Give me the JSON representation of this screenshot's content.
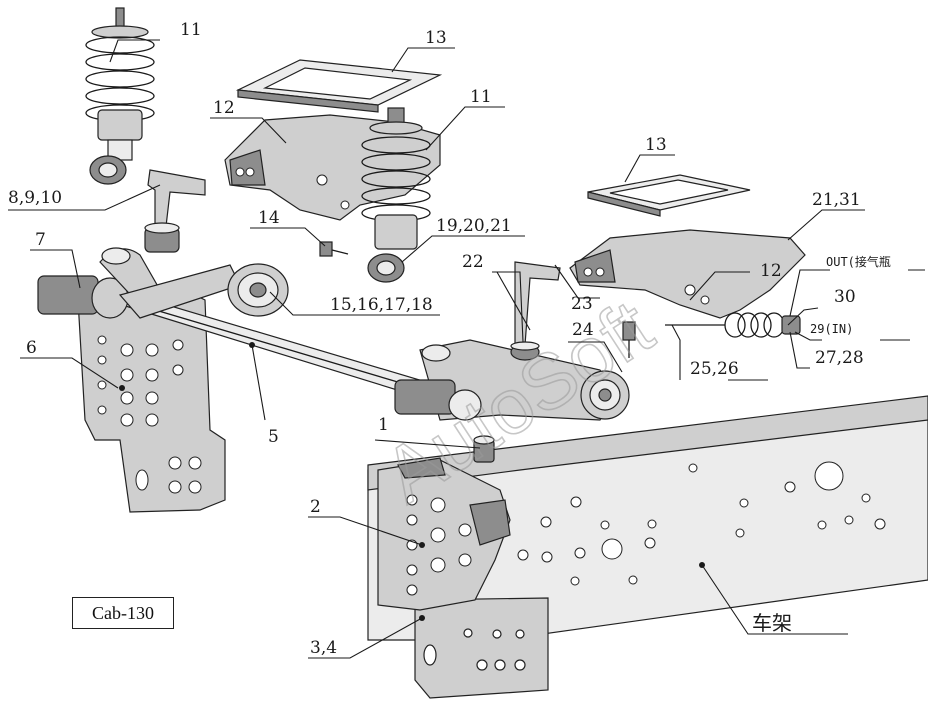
{
  "diagram": {
    "code_label": "Cab-130",
    "watermark": "AutoSoft",
    "frame_label": "车架",
    "callouts": [
      {
        "id": "c11a",
        "text": "11"
      },
      {
        "id": "c13a",
        "text": "13"
      },
      {
        "id": "c12a",
        "text": "12"
      },
      {
        "id": "c11b",
        "text": "11"
      },
      {
        "id": "c8910",
        "text": "8,9,10"
      },
      {
        "id": "c14",
        "text": "14"
      },
      {
        "id": "c192021",
        "text": "19,20,21"
      },
      {
        "id": "c13b",
        "text": "13"
      },
      {
        "id": "c2131",
        "text": "21,31"
      },
      {
        "id": "c7",
        "text": "7"
      },
      {
        "id": "c22",
        "text": "22"
      },
      {
        "id": "c12b",
        "text": "12"
      },
      {
        "id": "cout",
        "text": "OUT(接气瓶"
      },
      {
        "id": "c30",
        "text": "30"
      },
      {
        "id": "c15",
        "text": "15,16,17,18"
      },
      {
        "id": "c23",
        "text": "23"
      },
      {
        "id": "c29",
        "text": "29(IN)"
      },
      {
        "id": "c6",
        "text": "6"
      },
      {
        "id": "c24",
        "text": "24"
      },
      {
        "id": "c2526",
        "text": "25,26"
      },
      {
        "id": "c2728",
        "text": "27,28"
      },
      {
        "id": "c5",
        "text": "5"
      },
      {
        "id": "c1",
        "text": "1"
      },
      {
        "id": "c2",
        "text": "2"
      },
      {
        "id": "c34",
        "text": "3,4"
      }
    ]
  }
}
